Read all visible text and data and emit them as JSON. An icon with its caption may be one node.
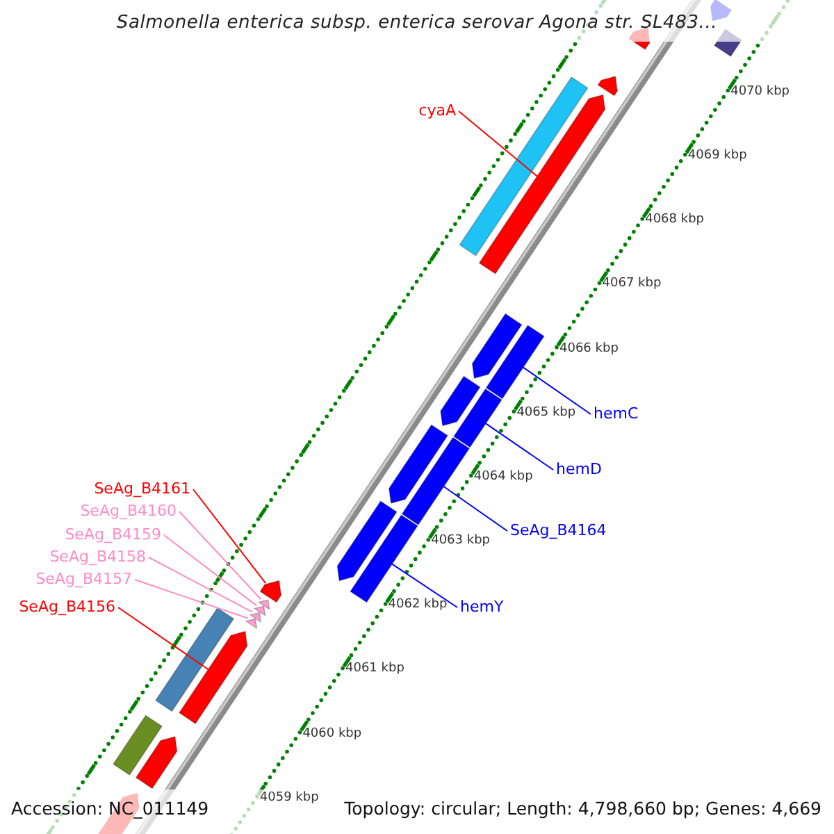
{
  "diagram": {
    "title": "Salmonella enterica subsp. enterica serovar Agona str. SL483...",
    "nodes": [
      {
        "text": [
          "cyaA"
        ]
      },
      {
        "text": [
          "SeAg_B4161"
        ]
      },
      {
        "text": [
          "SeAg_B4160"
        ]
      },
      {
        "text": [
          "SeAg_B4159"
        ]
      },
      {
        "text": [
          "SeAg_B4158"
        ]
      },
      {
        "text": [
          "SeAg_B4157"
        ]
      },
      {
        "text": [
          "SeAg_B4156"
        ]
      },
      {
        "text": [
          "hemC"
        ]
      },
      {
        "text": [
          "hemD"
        ]
      },
      {
        "text": [
          "SeAg_B4164"
        ]
      },
      {
        "text": [
          "hemY"
        ]
      },
      {
        "text": [],
        "shape": "arrow"
      },
      {
        "text": [],
        "shape": "bar"
      },
      {
        "text": [],
        "shape": "arrow"
      },
      {
        "text": [],
        "shape": "arrow"
      },
      {
        "text": [],
        "shape": "bar"
      },
      {
        "text": [],
        "shape": "arrow"
      },
      {
        "text": [],
        "shape": "arrow"
      },
      {
        "text": [],
        "shape": "bar"
      },
      {
        "text": [],
        "shape": "arrow"
      },
      {
        "text": [],
        "shape": "bar"
      },
      {
        "text": [],
        "shape": "arrow"
      },
      {
        "text": [],
        "shape": "bar"
      },
      {
        "text": [],
        "shape": "arrow"
      },
      {
        "text": [],
        "shape": "bar"
      },
      {
        "text": [],
        "shape": "arrow"
      },
      {
        "text": [],
        "shape": "arrow"
      },
      {
        "text": [],
        "shape": "arrow"
      },
      {
        "text": [],
        "shape": "arrow"
      },
      {
        "text": [],
        "shape": "arrow"
      },
      {
        "text": [],
        "shape": "bar"
      },
      {
        "text": [],
        "shape": "arrow"
      },
      {
        "text": [],
        "shape": "bar"
      },
      {
        "text": [],
        "shape": "arrow"
      },
      {
        "text": [],
        "shape": "arrow"
      }
    ],
    "edges": [
      {
        "from": 0,
        "to": 16,
        "arrow": "none",
        "color": "#ff0000"
      },
      {
        "from": 1,
        "to": 25,
        "arrow": "none",
        "color": "#ff0000"
      },
      {
        "from": 2,
        "to": 26,
        "arrow": "none",
        "color": "#ff8cc6"
      },
      {
        "from": 3,
        "to": 27,
        "arrow": "none",
        "color": "#ff8cc6"
      },
      {
        "from": 4,
        "to": 28,
        "arrow": "none",
        "color": "#ff8cc6"
      },
      {
        "from": 5,
        "to": 29,
        "arrow": "none",
        "color": "#ff8cc6"
      },
      {
        "from": 6,
        "to": 31,
        "arrow": "none",
        "color": "#ff0000"
      },
      {
        "from": 7,
        "to": 18,
        "arrow": "none",
        "color": "#0000ff"
      },
      {
        "from": 8,
        "to": 20,
        "arrow": "none",
        "color": "#0000ff"
      },
      {
        "from": 9,
        "to": 22,
        "arrow": "none",
        "color": "#0000ff"
      },
      {
        "from": 10,
        "to": 24,
        "arrow": "none",
        "color": "#0000ff"
      }
    ],
    "labels": [
      "4070 kbp",
      "4069 kbp",
      "4068 kbp",
      "4067 kbp",
      "4066 kbp",
      "4065 kbp",
      "4064 kbp",
      "4063 kbp",
      "4062 kbp",
      "4061 kbp",
      "4060 kbp",
      "4059 kbp",
      "Accession: NC_011149",
      "Topology: circular; Length: 4,798,660 bp; Genes: 4,669"
    ]
  }
}
